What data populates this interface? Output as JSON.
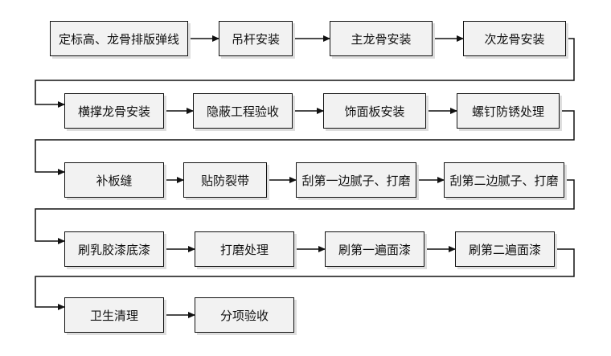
{
  "flow": {
    "rows": [
      {
        "steps": [
          "定标高、龙骨排版弹线",
          "吊杆安装",
          "主龙骨安装",
          "次龙骨安装"
        ]
      },
      {
        "steps": [
          "横撑龙骨安装",
          "隐蔽工程验收",
          "饰面板安装",
          "螺钉防锈处理"
        ]
      },
      {
        "steps": [
          "补板缝",
          "贴防裂带",
          "刮第一边腻子、打磨",
          "刮第二边腻子、打磨"
        ]
      },
      {
        "steps": [
          "刷乳胶漆底漆",
          "打磨处理",
          "刷第一遍面漆",
          "刷第二遍面漆"
        ]
      },
      {
        "steps": [
          "卫生清理",
          "分项验收"
        ]
      }
    ]
  }
}
